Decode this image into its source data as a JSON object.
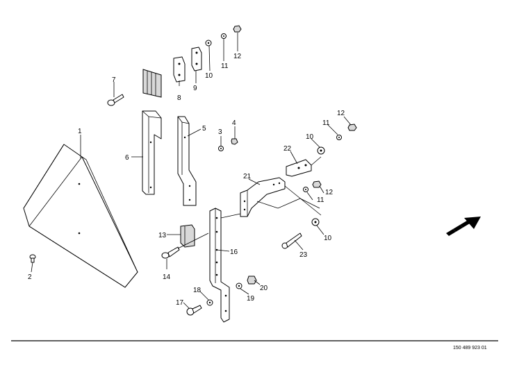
{
  "diagram": {
    "labels": {
      "p1": "1",
      "p2": "2",
      "p3": "3",
      "p4": "4",
      "p5": "5",
      "p6": "6",
      "p7": "7",
      "p8": "8",
      "p9": "9",
      "p10a": "10",
      "p11a": "11",
      "p12a": "12",
      "p10b": "10",
      "p11b": "11",
      "p12b": "12",
      "p10c": "10",
      "p11c": "11",
      "p12c": "12",
      "p13": "13",
      "p14": "14",
      "p16": "16",
      "p17": "17",
      "p18": "18",
      "p19": "19",
      "p20": "20",
      "p21": "21",
      "p22": "22",
      "p23": "23"
    },
    "drawing_number": "150 489 923 01"
  }
}
